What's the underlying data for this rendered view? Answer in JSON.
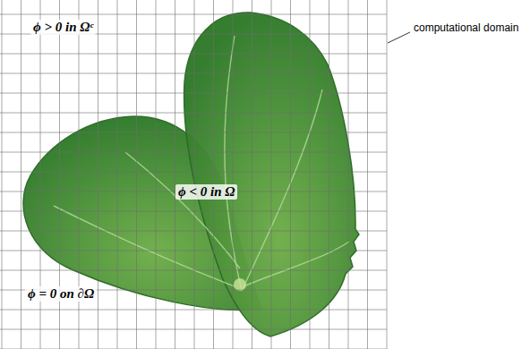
{
  "diagram": {
    "labels": [
      "ϕ > 0  in  Ωᶜ",
      "ϕ < 0  in  Ω",
      "ϕ = 0  on  ∂Ω",
      "computational domain"
    ]
  }
}
